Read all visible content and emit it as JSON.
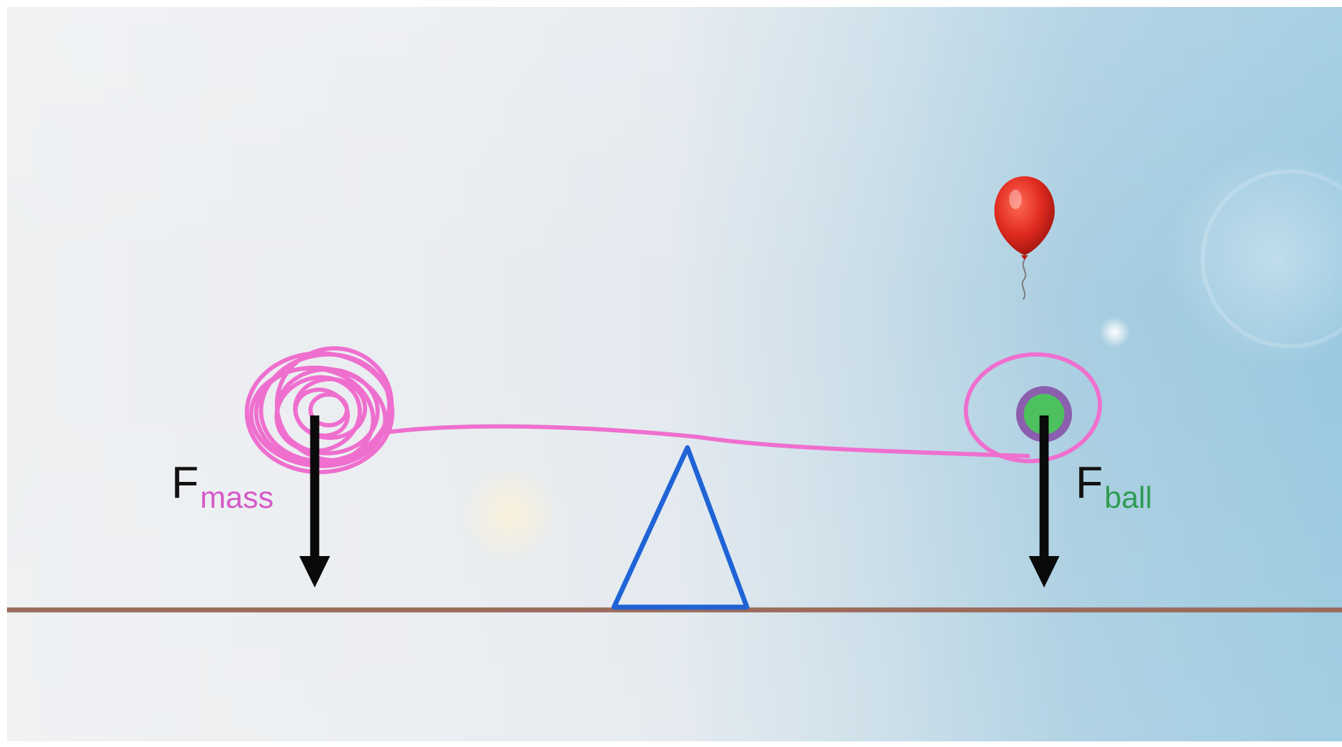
{
  "labels": {
    "mass": {
      "main": "F",
      "sub": "mass"
    },
    "ball": {
      "main": "F",
      "sub": "ball"
    }
  },
  "colors": {
    "mass_annotation": "#ef6fcf",
    "mass_subscript": "#d45ac8",
    "ball_subscript": "#2e9c52",
    "ball_fill": "#4cc15e",
    "ball_ring": "#8b5fae",
    "fulcrum": "#1f63d6",
    "ground": "#9a6b5a",
    "arrow": "#0a0a0a",
    "balloon": "#e02a1f"
  },
  "icons": {
    "balloon": "balloon-icon",
    "fulcrum": "triangle-fulcrum",
    "mass": "scribble-mass",
    "ball": "ball-icon"
  }
}
